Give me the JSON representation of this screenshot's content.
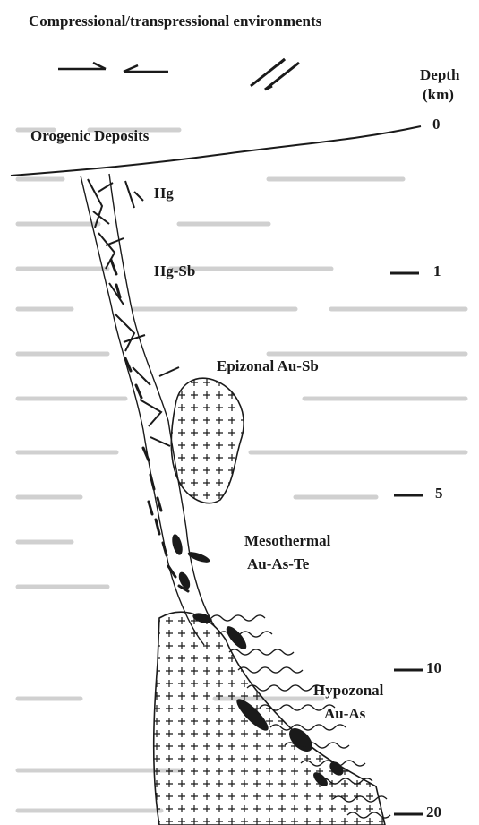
{
  "title": "Compressional/transpressional environments",
  "depth_axis": {
    "label_line1": "Depth",
    "label_line2": "(km)",
    "ticks": [
      "0",
      "1",
      "5",
      "10",
      "20"
    ]
  },
  "labels": {
    "orogenic": "Orogenic Deposits",
    "hg": "Hg",
    "hg_sb": "Hg-Sb",
    "epizonal": "Epizonal Au-Sb",
    "mesothermal_1": "Mesothermal",
    "mesothermal_2": "Au-As-Te",
    "hypozonal_1": "Hypozonal",
    "hypozonal_2": "Au-As"
  },
  "colors": {
    "ink": "#1a1a1a",
    "ghost_text": "#c8c8c8"
  }
}
